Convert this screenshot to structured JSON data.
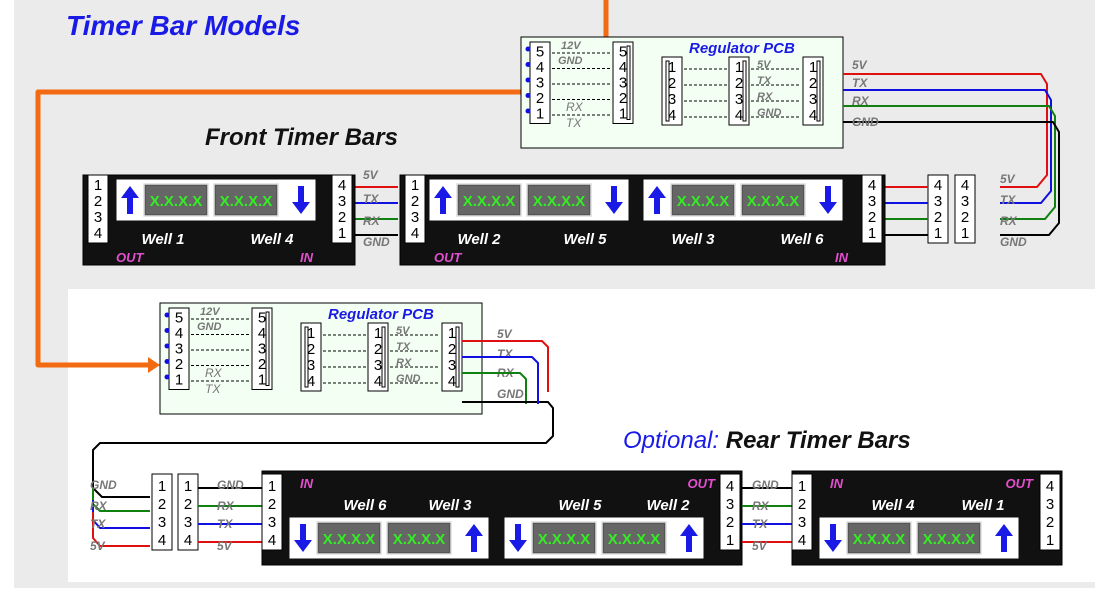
{
  "title": "Timer Bar Models",
  "front_title": "Front Timer Bars",
  "optional_prefix": "Optional:",
  "rear_title": "Rear Timer Bars",
  "regulator_title": "Regulator PCB",
  "display_text": "X.X.X.X",
  "pins_desc": [
    "1",
    "2",
    "3",
    "4"
  ],
  "pins_asc": [
    "4",
    "3",
    "2",
    "1"
  ],
  "pins5_desc": [
    "5",
    "4",
    "3",
    "2",
    "1"
  ],
  "left_side_labels": [
    "12V",
    "GND",
    "RX",
    "TX"
  ],
  "signal_labels": [
    "5V",
    "TX",
    "RX",
    "GND"
  ],
  "in_label": "IN",
  "out_label": "OUT",
  "front_bars": [
    {
      "wells": [
        "Well 1",
        "Well 4"
      ]
    },
    {
      "wells": [
        "Well 2",
        "Well 5",
        "Well 3",
        "Well 6"
      ]
    }
  ],
  "rear_bars": [
    {
      "wells": [
        "Well 6",
        "Well 3",
        "Well 5",
        "Well 2"
      ]
    },
    {
      "wells": [
        "Well 4",
        "Well 1"
      ]
    }
  ],
  "colors": {
    "title_blue": "#1a1ae6",
    "wire_red": "#e01010",
    "wire_blue": "#1010e0",
    "wire_green": "#108010",
    "wire_black": "#000000",
    "orange": "#f26a12",
    "display_green": "#33ee22",
    "bar_black": "#111111",
    "arrow_blue": "#1a1ae6"
  }
}
